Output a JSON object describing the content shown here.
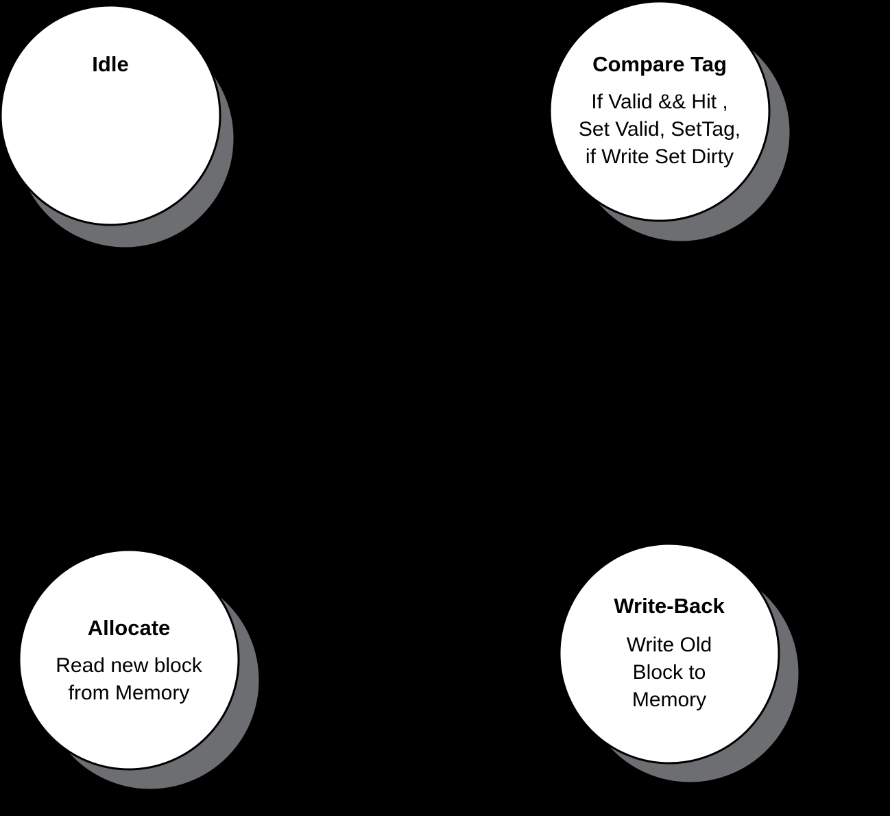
{
  "colors": {
    "background": "#000000",
    "state_fill": "#ffffff",
    "state_shadow": "#6d6e71",
    "text": "#000000"
  },
  "states": [
    {
      "id": "idle",
      "title": "Idle",
      "lines": []
    },
    {
      "id": "compare-tag",
      "title": "Compare Tag",
      "lines": [
        "If Valid && Hit ,",
        "Set Valid, SetTag,",
        "if Write Set Dirty"
      ]
    },
    {
      "id": "allocate",
      "title": "Allocate",
      "lines": [
        "Read new block",
        "from Memory"
      ]
    },
    {
      "id": "write-back",
      "title": "Write-Back",
      "lines": [
        "Write Old",
        "Block to",
        "Memory"
      ]
    }
  ]
}
